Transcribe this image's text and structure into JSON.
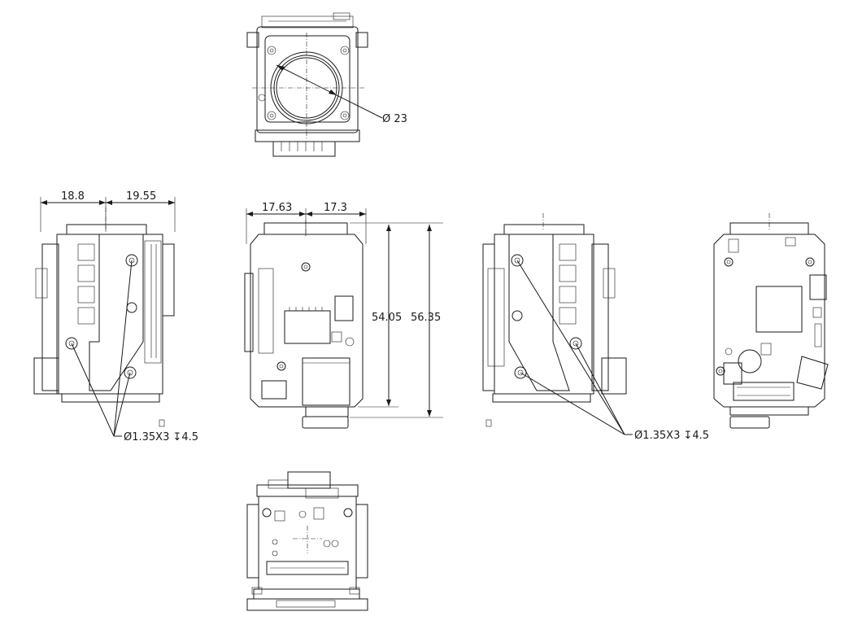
{
  "drawing": {
    "top_view": {
      "diameter_label": "Ø 23"
    },
    "left_view": {
      "width_left": "18.8",
      "width_right": "19.55",
      "hole_note": "Ø1.35X3 ↧4.5"
    },
    "front_view": {
      "width_left": "17.63",
      "width_right": "17.3",
      "height_inner": "54.05",
      "height_outer": "56.35"
    },
    "right_view": {
      "hole_note": "Ø1.35X3 ↧4.5"
    }
  }
}
